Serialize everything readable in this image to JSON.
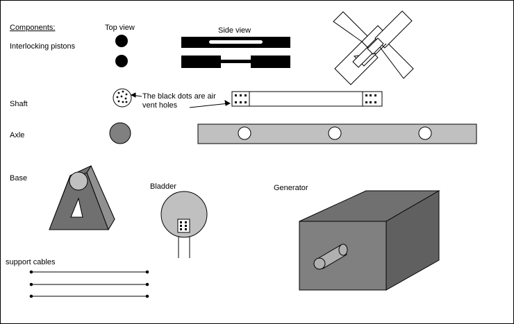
{
  "labels": {
    "components": "Components:",
    "top_view": "Top view",
    "side_view": "Side view",
    "interlocking_pistons": "Interlocking pistons",
    "shaft": "Shaft",
    "air_vent_note_line1": "The black dots are air",
    "air_vent_note_line2": "vent holes",
    "axle": "Axle",
    "base": "Base",
    "bladder": "Bladder",
    "generator": "Generator",
    "support_cables": "support cables"
  },
  "colors": {
    "black": "#000000",
    "axle_gray": "#c0c0c0",
    "axle_disc": "#808080",
    "base_dark": "#707070",
    "base_mid": "#909090",
    "bladder_fill": "#c0c0c0",
    "generator_front": "#808080",
    "generator_top": "#707070",
    "generator_side": "#606060",
    "generator_shaft": "#b0b0b0"
  }
}
